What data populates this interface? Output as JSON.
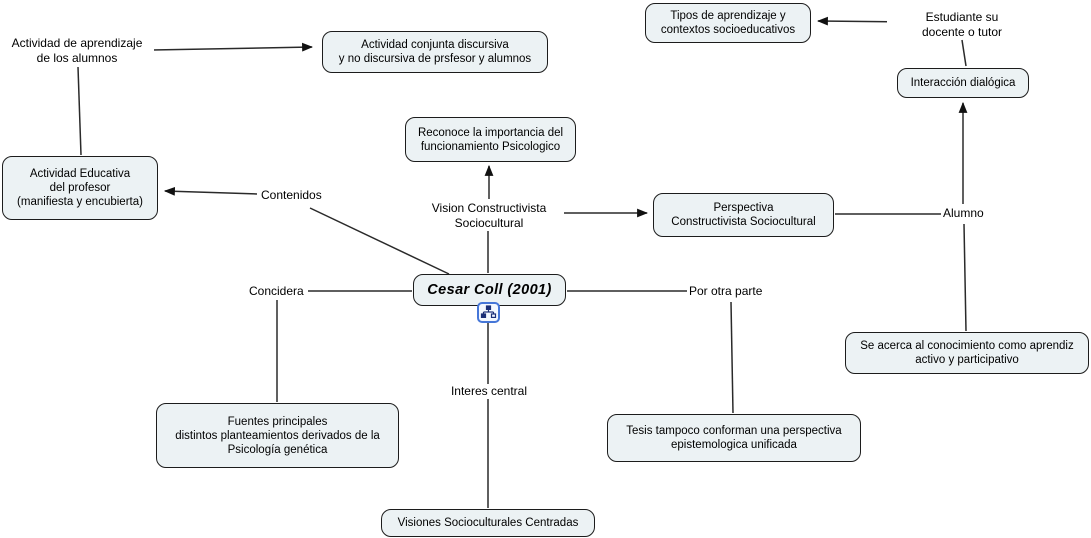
{
  "diagram": {
    "kind": "concept-map",
    "central_topic": "Cesar Coll (2001)"
  },
  "colors": {
    "node_fill": "#ecf2f4",
    "node_border": "#1c1c1c",
    "connector": "#2a2a2a",
    "icon_border": "#4576d8",
    "icon_glyph": "#1b2f77"
  },
  "nodes": {
    "cesar_coll": {
      "lines": [
        "Cesar Coll (2001)"
      ]
    },
    "actividad_conjunta": {
      "lines": [
        "Actividad conjunta discursiva",
        "y no discursiva de prsfesor y alumnos"
      ]
    },
    "tipos_aprendizaje": {
      "lines": [
        "Tipos de aprendizaje y",
        "contextos socioeducativos"
      ]
    },
    "interaccion_dialogica": {
      "lines": [
        "Interacción dialógica"
      ]
    },
    "actividad_educativa": {
      "lines": [
        "Actividad Educativa",
        "del profesor",
        "(manifiesta y encubierta)"
      ]
    },
    "reconoce": {
      "lines": [
        "Reconoce la importancia del",
        "funcionamiento Psicologico"
      ]
    },
    "perspectiva": {
      "lines": [
        "Perspectiva",
        "Constructivista Sociocultural"
      ]
    },
    "se_acerca": {
      "lines": [
        "Se acerca al conocimiento como aprendiz",
        "activo y participativo"
      ]
    },
    "fuentes": {
      "lines": [
        "Fuentes principales",
        "distintos planteamientos derivados de la",
        "Psicología genética"
      ]
    },
    "tesis": {
      "lines": [
        "Tesis tampoco conforman una perspectiva",
        "epistemologica unificada"
      ]
    },
    "visiones": {
      "lines": [
        "Visiones Socioculturales Centradas"
      ]
    }
  },
  "labels": {
    "actividad_aprendizaje": {
      "lines": [
        "Actividad de aprendizaje",
        "de los alumnos"
      ]
    },
    "estudiante": {
      "lines": [
        "Estudiante su",
        "docente o tutor"
      ]
    },
    "contenidos": {
      "lines": [
        "Contenidos"
      ]
    },
    "vision": {
      "lines": [
        "Vision Constructivista",
        "Sociocultural"
      ]
    },
    "alumno": {
      "lines": [
        "Alumno"
      ]
    },
    "concidera": {
      "lines": [
        "Concidera"
      ]
    },
    "por_otra_parte": {
      "lines": [
        "Por otra parte"
      ]
    },
    "interes_central": {
      "lines": [
        "Interes central"
      ]
    }
  },
  "icons": {
    "cesar_coll_attachment": "org-chart-icon"
  }
}
